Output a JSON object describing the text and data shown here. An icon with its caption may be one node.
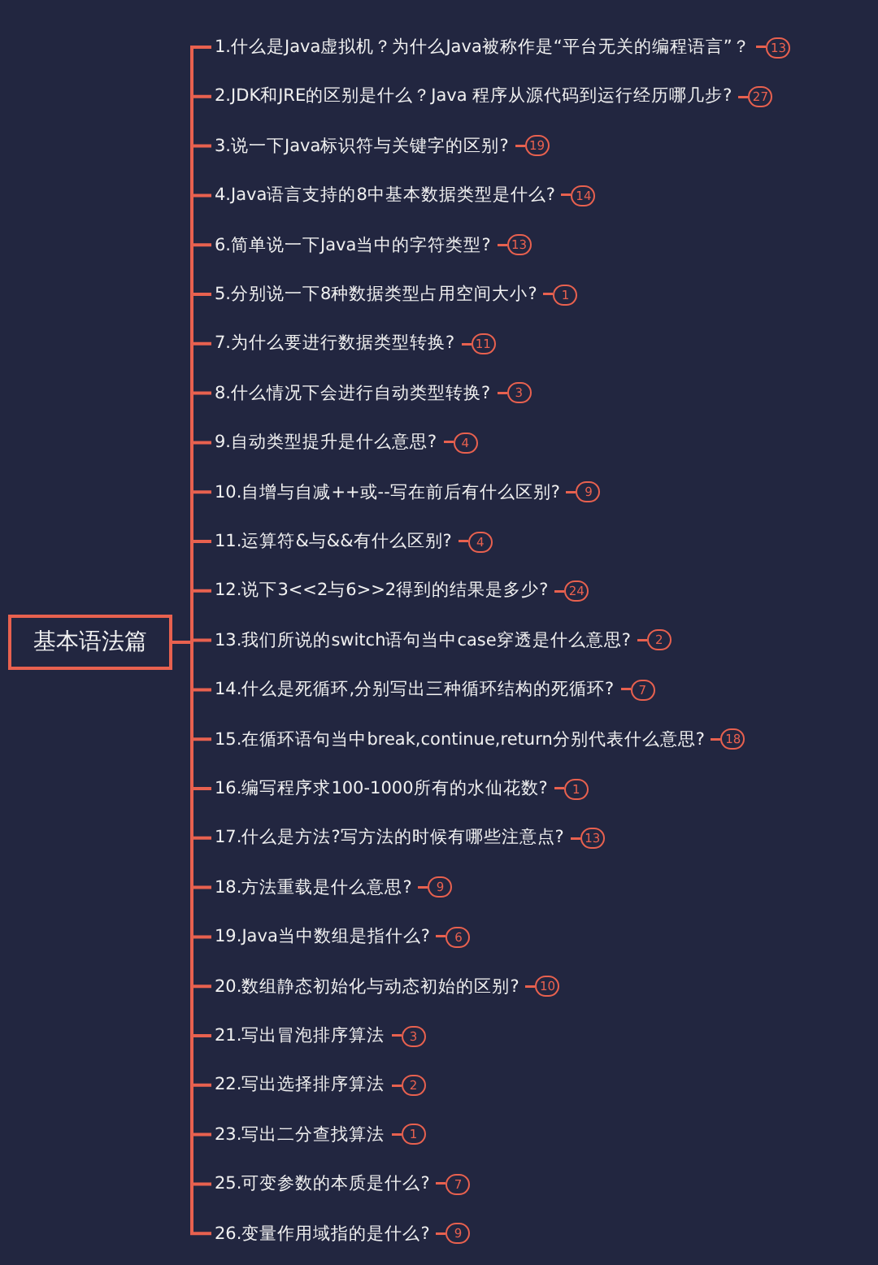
{
  "diagram": {
    "nodes": [
      {
        "text": [
          "基本语法篇"
        ]
      },
      {
        "text": [
          "1.什么是Java虚拟机？为什么Java被称作是“平台无关的编程语言”？"
        ],
        "beside": [
          "13"
        ]
      },
      {
        "text": [
          "2.JDK和JRE的区别是什么？Java 程序从源代码到运行经历哪几步?"
        ],
        "beside": [
          "27"
        ]
      },
      {
        "text": [
          "3.说一下Java标识符与关键字的区别?"
        ],
        "beside": [
          "19"
        ]
      },
      {
        "text": [
          "4.Java语言支持的8中基本数据类型是什么?"
        ],
        "beside": [
          "14"
        ]
      },
      {
        "text": [
          "6.简单说一下Java当中的字符类型?"
        ],
        "beside": [
          "13"
        ]
      },
      {
        "text": [
          "5.分别说一下8种数据类型占用空间大小?"
        ],
        "beside": [
          "1"
        ]
      },
      {
        "text": [
          "7.为什么要进行数据类型转换?"
        ],
        "beside": [
          "11"
        ]
      },
      {
        "text": [
          "8.什么情况下会进行自动类型转换?"
        ],
        "beside": [
          "3"
        ]
      },
      {
        "text": [
          "9.自动类型提升是什么意思?"
        ],
        "beside": [
          "4"
        ]
      },
      {
        "text": [
          "10.自增与自减++或--写在前后有什么区别?"
        ],
        "beside": [
          "9"
        ]
      },
      {
        "text": [
          "11.运算符&与&&有什么区别?"
        ],
        "beside": [
          "4"
        ]
      },
      {
        "text": [
          "12.说下3<<2与6>>2得到的结果是多少?"
        ],
        "beside": [
          "24"
        ]
      },
      {
        "text": [
          "13.我们所说的switch语句当中case穿透是什么意思?"
        ],
        "beside": [
          "2"
        ]
      },
      {
        "text": [
          "14.什么是死循环,分别写出三种循环结构的死循环?"
        ],
        "beside": [
          "7"
        ]
      },
      {
        "text": [
          "15.在循环语句当中break,continue,return分别代表什么意思?"
        ],
        "beside": [
          "18"
        ]
      },
      {
        "text": [
          "16.编写程序求100-1000所有的水仙花数?"
        ],
        "beside": [
          "1"
        ]
      },
      {
        "text": [
          "17.什么是方法?写方法的时候有哪些注意点?"
        ],
        "beside": [
          "13"
        ]
      },
      {
        "text": [
          "18.方法重载是什么意思?"
        ],
        "beside": [
          "9"
        ]
      },
      {
        "text": [
          "19.Java当中数组是指什么?"
        ],
        "beside": [
          "6"
        ]
      },
      {
        "text": [
          "20.数组静态初始化与动态初始的区别?"
        ],
        "beside": [
          "10"
        ]
      },
      {
        "text": [
          "21.写出冒泡排序算法"
        ],
        "beside": [
          "3"
        ]
      },
      {
        "text": [
          "22.写出选择排序算法"
        ],
        "beside": [
          "2"
        ]
      },
      {
        "text": [
          "23.写出二分查找算法"
        ],
        "beside": [
          "1"
        ]
      },
      {
        "text": [
          "25.可变参数的本质是什么?"
        ],
        "beside": [
          "7"
        ]
      },
      {
        "text": [
          "26.变量作用域指的是什么?"
        ],
        "beside": [
          "9"
        ]
      }
    ],
    "edges": [
      {
        "from": 0,
        "to": 1,
        "arrow": "none"
      },
      {
        "from": 0,
        "to": 2,
        "arrow": "none"
      },
      {
        "from": 0,
        "to": 3,
        "arrow": "none"
      },
      {
        "from": 0,
        "to": 4,
        "arrow": "none"
      },
      {
        "from": 0,
        "to": 5,
        "arrow": "none"
      },
      {
        "from": 0,
        "to": 6,
        "arrow": "none"
      },
      {
        "from": 0,
        "to": 7,
        "arrow": "none"
      },
      {
        "from": 0,
        "to": 8,
        "arrow": "none"
      },
      {
        "from": 0,
        "to": 9,
        "arrow": "none"
      },
      {
        "from": 0,
        "to": 10,
        "arrow": "none"
      },
      {
        "from": 0,
        "to": 11,
        "arrow": "none"
      },
      {
        "from": 0,
        "to": 12,
        "arrow": "none"
      },
      {
        "from": 0,
        "to": 13,
        "arrow": "none"
      },
      {
        "from": 0,
        "to": 14,
        "arrow": "none"
      },
      {
        "from": 0,
        "to": 15,
        "arrow": "none"
      },
      {
        "from": 0,
        "to": 16,
        "arrow": "none"
      },
      {
        "from": 0,
        "to": 17,
        "arrow": "none"
      },
      {
        "from": 0,
        "to": 18,
        "arrow": "none"
      },
      {
        "from": 0,
        "to": 19,
        "arrow": "none"
      },
      {
        "from": 0,
        "to": 20,
        "arrow": "none"
      },
      {
        "from": 0,
        "to": 21,
        "arrow": "none"
      },
      {
        "from": 0,
        "to": 22,
        "arrow": "none"
      },
      {
        "from": 0,
        "to": 23,
        "arrow": "none"
      },
      {
        "from": 0,
        "to": 24,
        "arrow": "none"
      },
      {
        "from": 0,
        "to": 25,
        "arrow": "none"
      }
    ]
  }
}
